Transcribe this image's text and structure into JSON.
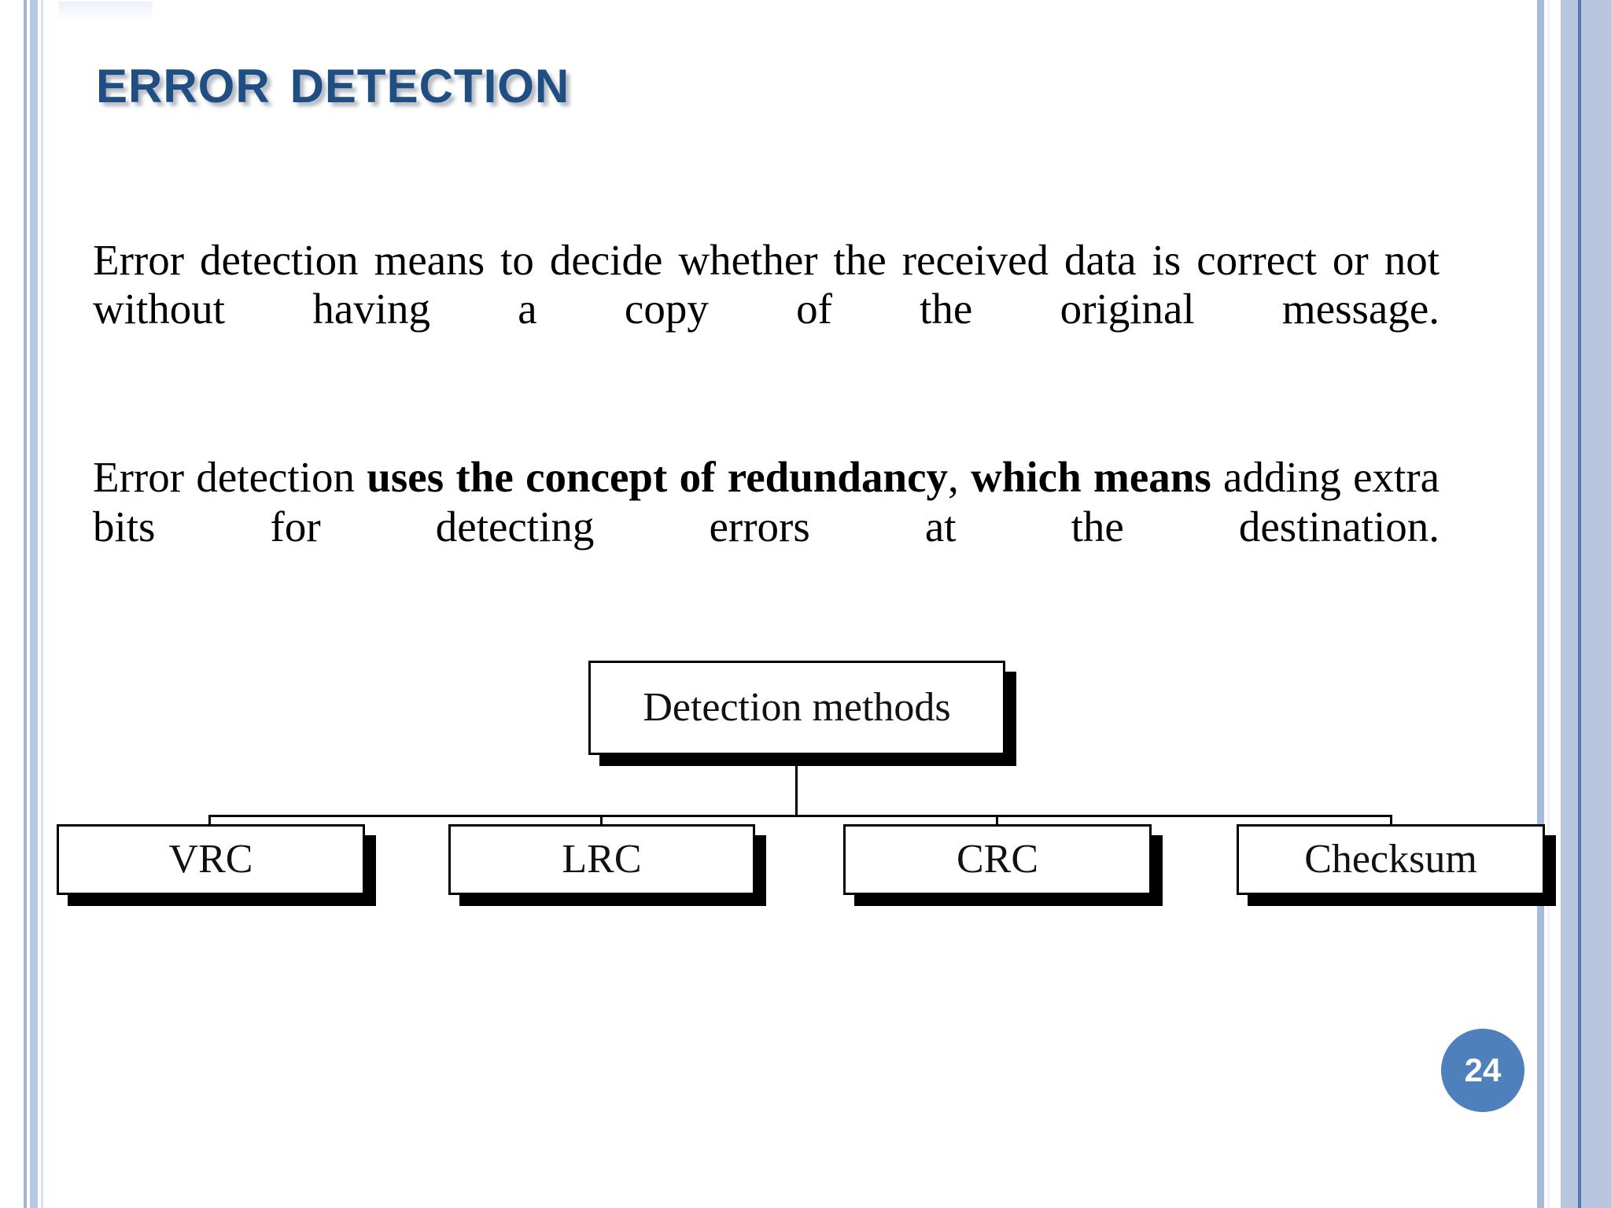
{
  "slide": {
    "title": "Error Detection",
    "page_number": "24",
    "accent_color": "#1F4E82",
    "badge_color": "#4E80BC",
    "edge_band_color": "#B8C6E0"
  },
  "body": {
    "paragraph_1": "Error detection means to decide whether the received data is correct or not without having a copy of the original message.",
    "paragraph_2": {
      "lead": "Error detection ",
      "bold_1": "uses the concept of redundancy",
      "middle": ", ",
      "bold_2": "which means",
      "tail": " adding extra bits for detecting errors at the destination."
    }
  },
  "diagram": {
    "type": "org-chart",
    "root": {
      "label": "Detection methods"
    },
    "children": [
      {
        "label": "VRC"
      },
      {
        "label": "LRC"
      },
      {
        "label": "CRC"
      },
      {
        "label": "Checksum"
      }
    ]
  }
}
